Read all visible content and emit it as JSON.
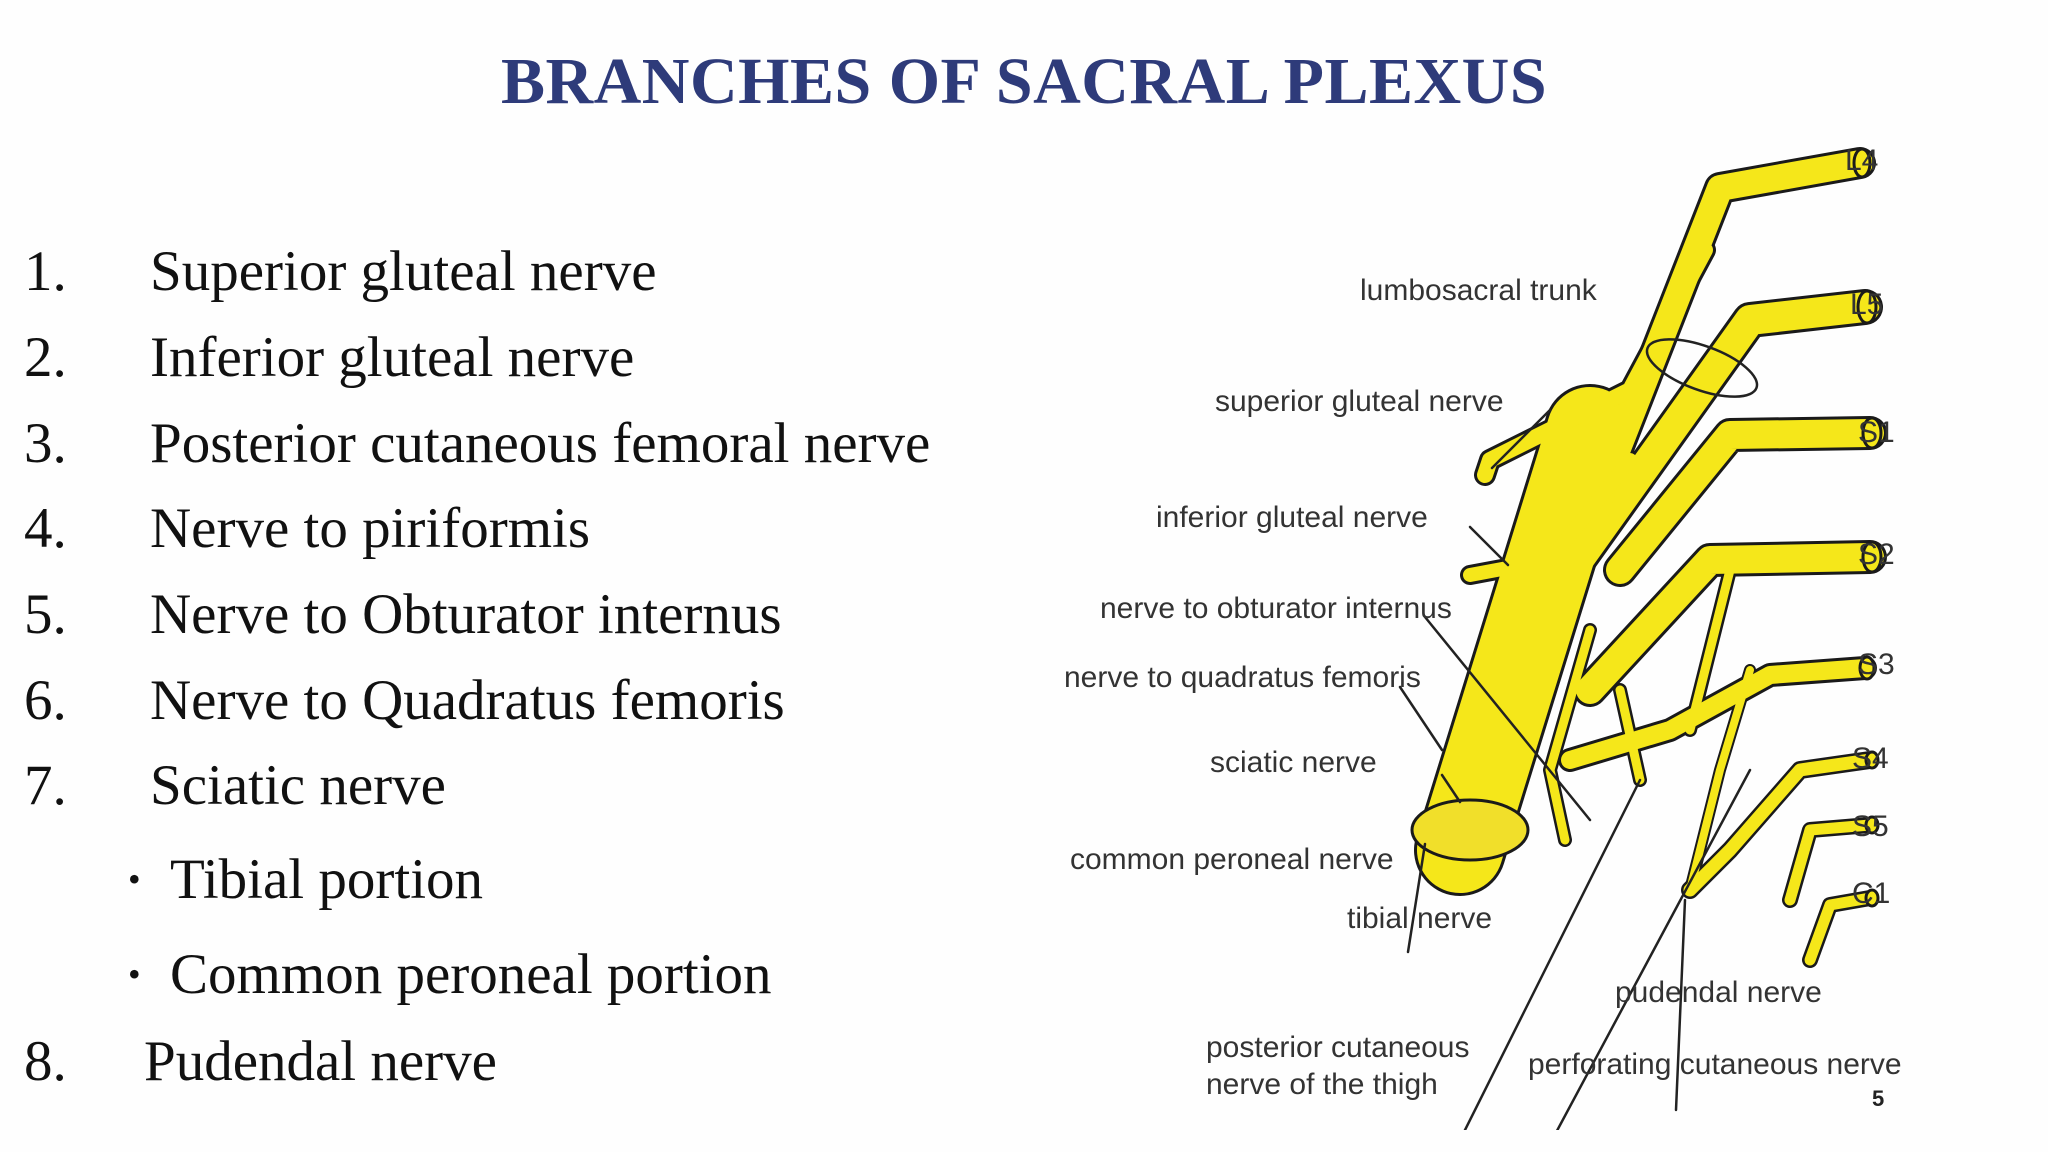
{
  "slide": {
    "title": "BRANCHES OF SACRAL PLEXUS",
    "page_number": "5"
  },
  "list": {
    "items": [
      {
        "num": "1.",
        "text": "Superior gluteal nerve"
      },
      {
        "num": "2.",
        "text": "Inferior gluteal nerve"
      },
      {
        "num": "3.",
        "text": "Posterior cutaneous femoral nerve"
      },
      {
        "num": "4.",
        "text": "Nerve to piriformis"
      },
      {
        "num": "5.",
        "text": "Nerve to Obturator internus"
      },
      {
        "num": "6.",
        "text": "Nerve to Quadratus femoris"
      },
      {
        "num": "7.",
        "text": "Sciatic nerve"
      },
      {
        "num": "8.",
        "text": "Pudendal nerve"
      }
    ],
    "subitems": [
      {
        "bullet": "•",
        "text": "Tibial portion"
      },
      {
        "bullet": "•",
        "text": "Common peroneal portion"
      }
    ]
  },
  "diagram": {
    "nerve_color": "#f5e71a",
    "roots": [
      "L4",
      "L5",
      "S1",
      "S2",
      "S3",
      "S4",
      "S5",
      "C1"
    ],
    "labels": {
      "lumbosacral_trunk": "lumbosacral trunk",
      "superior_gluteal": "superior gluteal nerve",
      "inferior_gluteal": "inferior gluteal nerve",
      "obturator_internus": "nerve to obturator internus",
      "quadratus_femoris": "nerve to quadratus femoris",
      "sciatic": "sciatic nerve",
      "common_peroneal": "common peroneal nerve",
      "tibial": "tibial nerve",
      "posterior_cutaneous_1": "posterior cutaneous",
      "posterior_cutaneous_2": "nerve of the thigh",
      "pudendal": "pudendal nerve",
      "perforating_cutaneous": "perforating cutaneous nerve"
    }
  }
}
